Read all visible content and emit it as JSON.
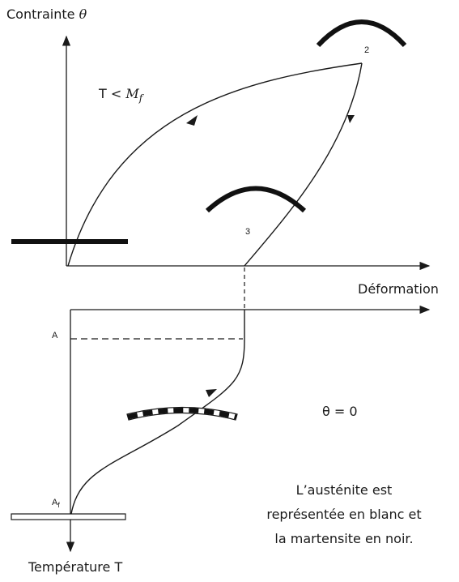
{
  "labels": {
    "stress_axis_prefix": "Contrainte",
    "stress_symbol": "θ",
    "strain_axis": "Déformation",
    "temperature_axis": "Température T",
    "condition_prefix": "T <",
    "condition_M": "M",
    "condition_sub": "f",
    "theta_zero": "θ = 0",
    "point_2": "2",
    "point_3": "3",
    "point_A": "A",
    "point_Af_main": "A",
    "point_Af_sub": "f"
  },
  "note_lines": [
    "L’austénite est",
    "représentée en blanc et",
    "la martensite en noir."
  ],
  "colors": {
    "line": "#1a1a1a",
    "martensite": "#111111",
    "austenite": "#ffffff"
  }
}
